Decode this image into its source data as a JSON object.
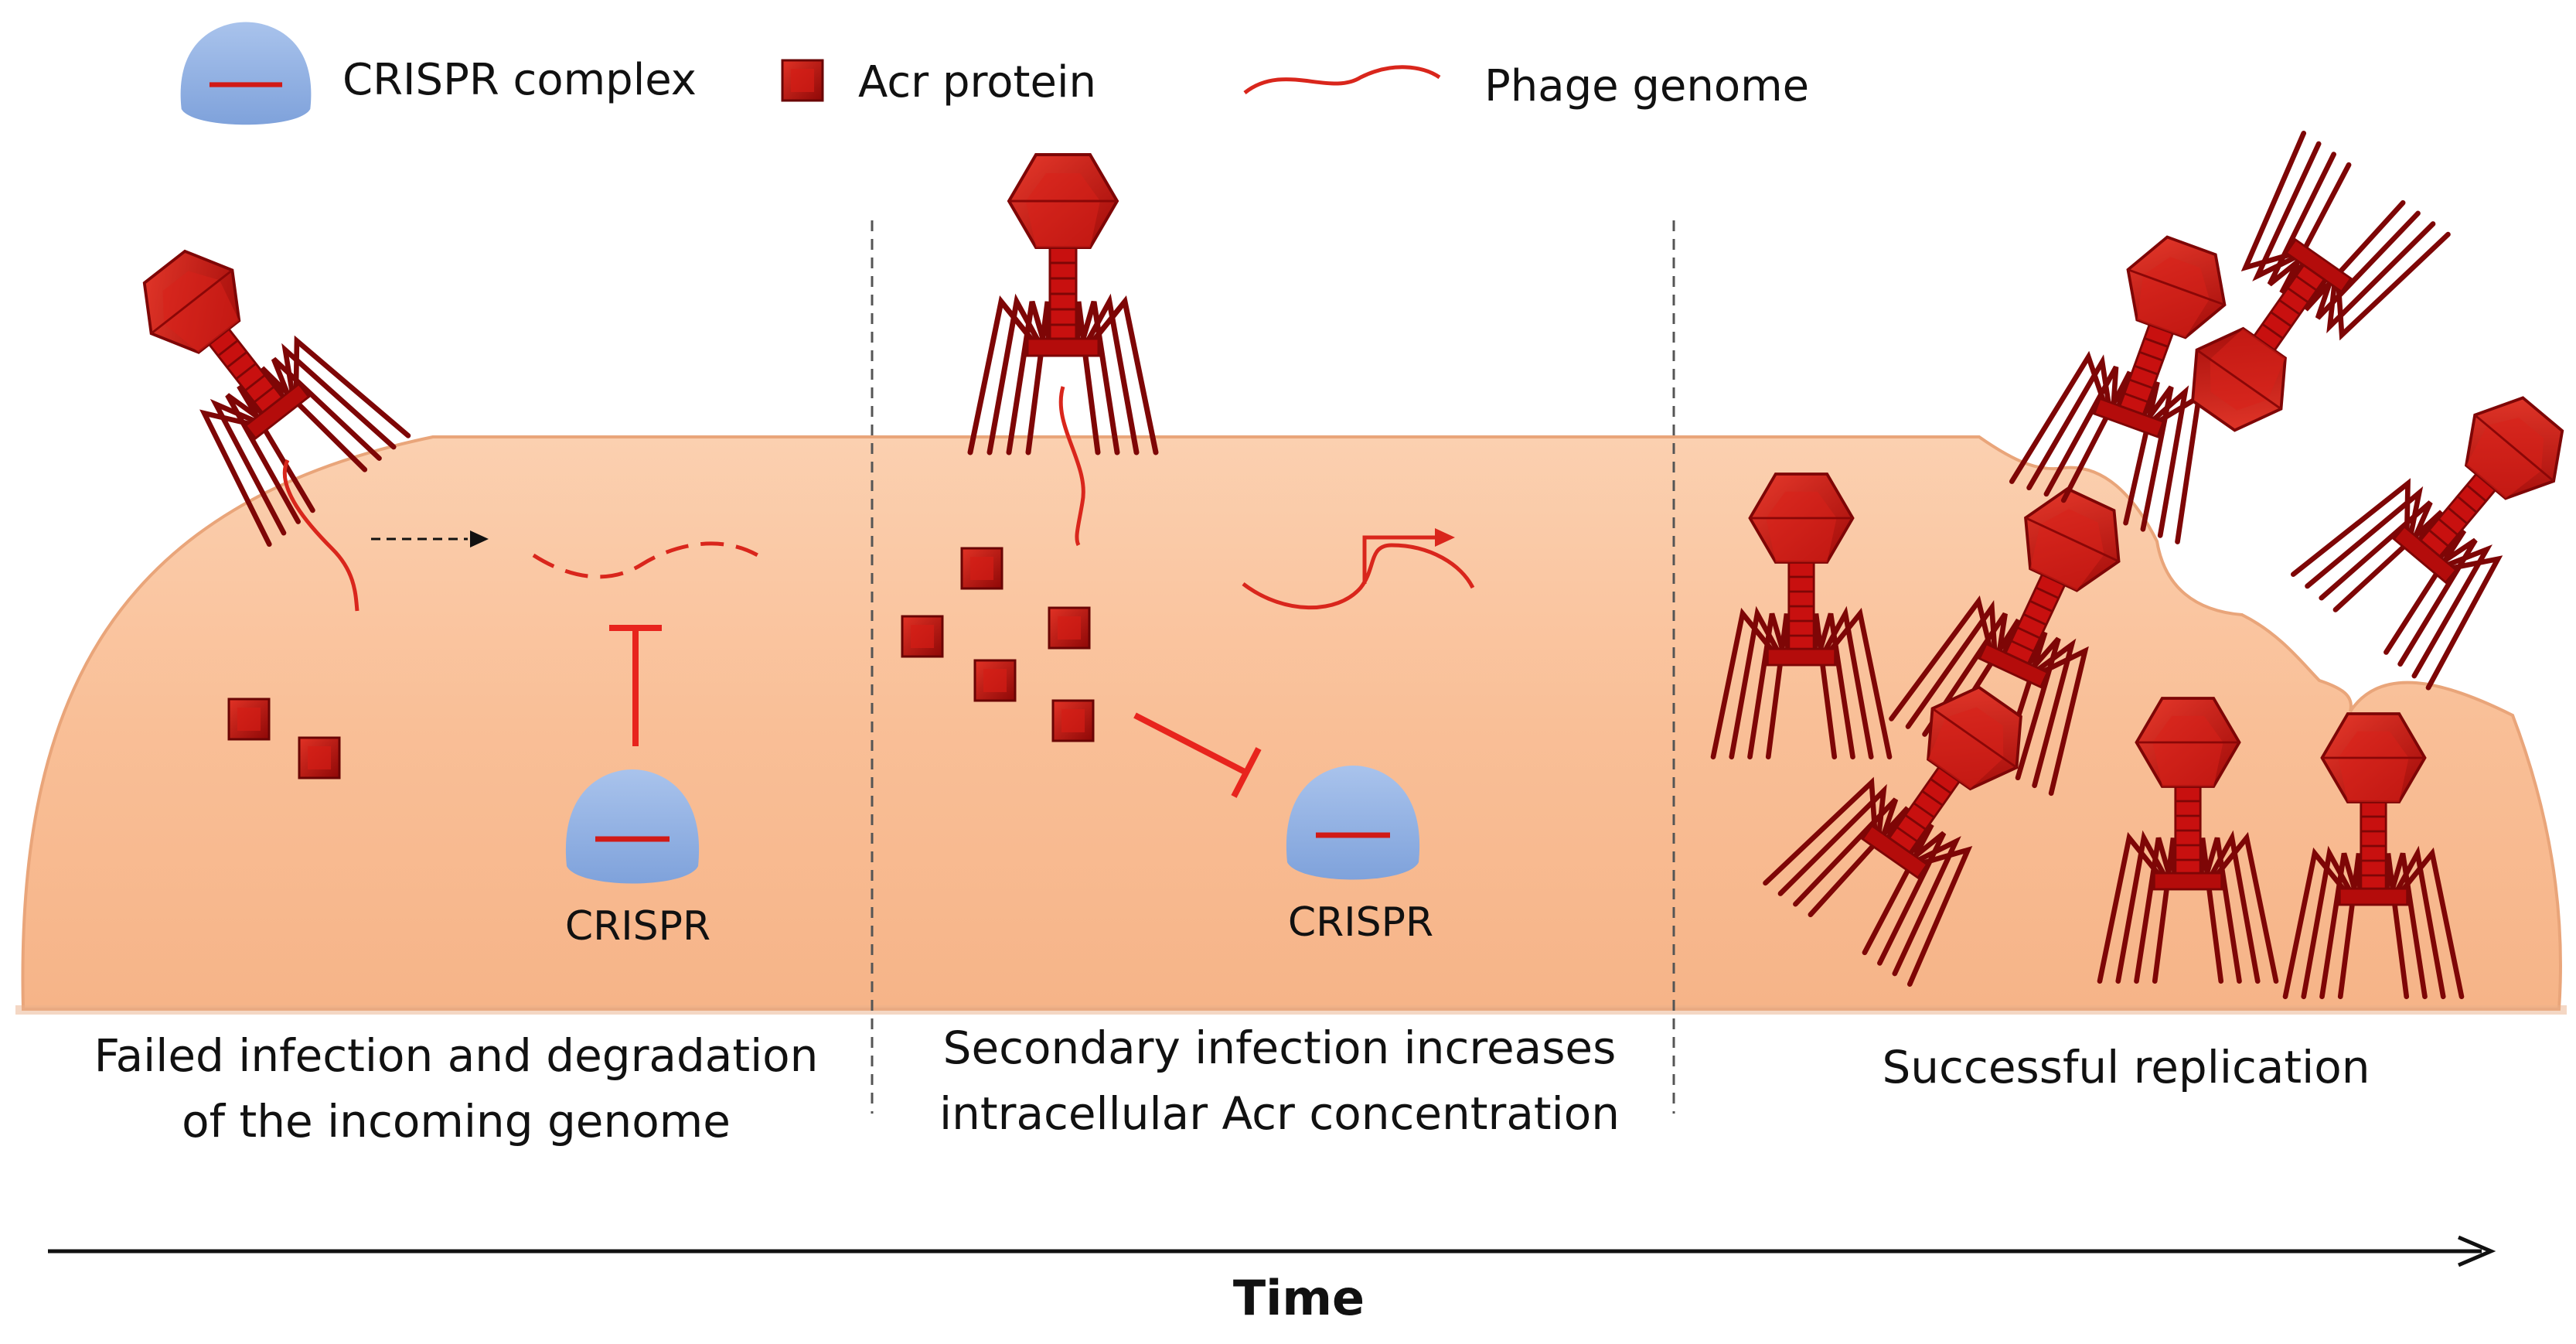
{
  "legend": {
    "crispr_complex": "CRISPR complex",
    "acr_protein": "Acr protein",
    "phage_genome": "Phage genome"
  },
  "panels": [
    {
      "caption_line1": "Failed infection and degradation",
      "caption_line2": "of the incoming genome",
      "crispr_label": "CRISPR"
    },
    {
      "caption_line1": "Secondary infection increases",
      "caption_line2": "intracellular Acr concentration",
      "crispr_label": "CRISPR"
    },
    {
      "caption_line1": "Successful replication"
    }
  ],
  "axis": {
    "label": "Time"
  },
  "colors": {
    "phage": "#c8100f",
    "phage_dark": "#8a0707",
    "cell": "#f9bf97",
    "crispr": "#8fb0e3",
    "genome": "#d9261c"
  }
}
